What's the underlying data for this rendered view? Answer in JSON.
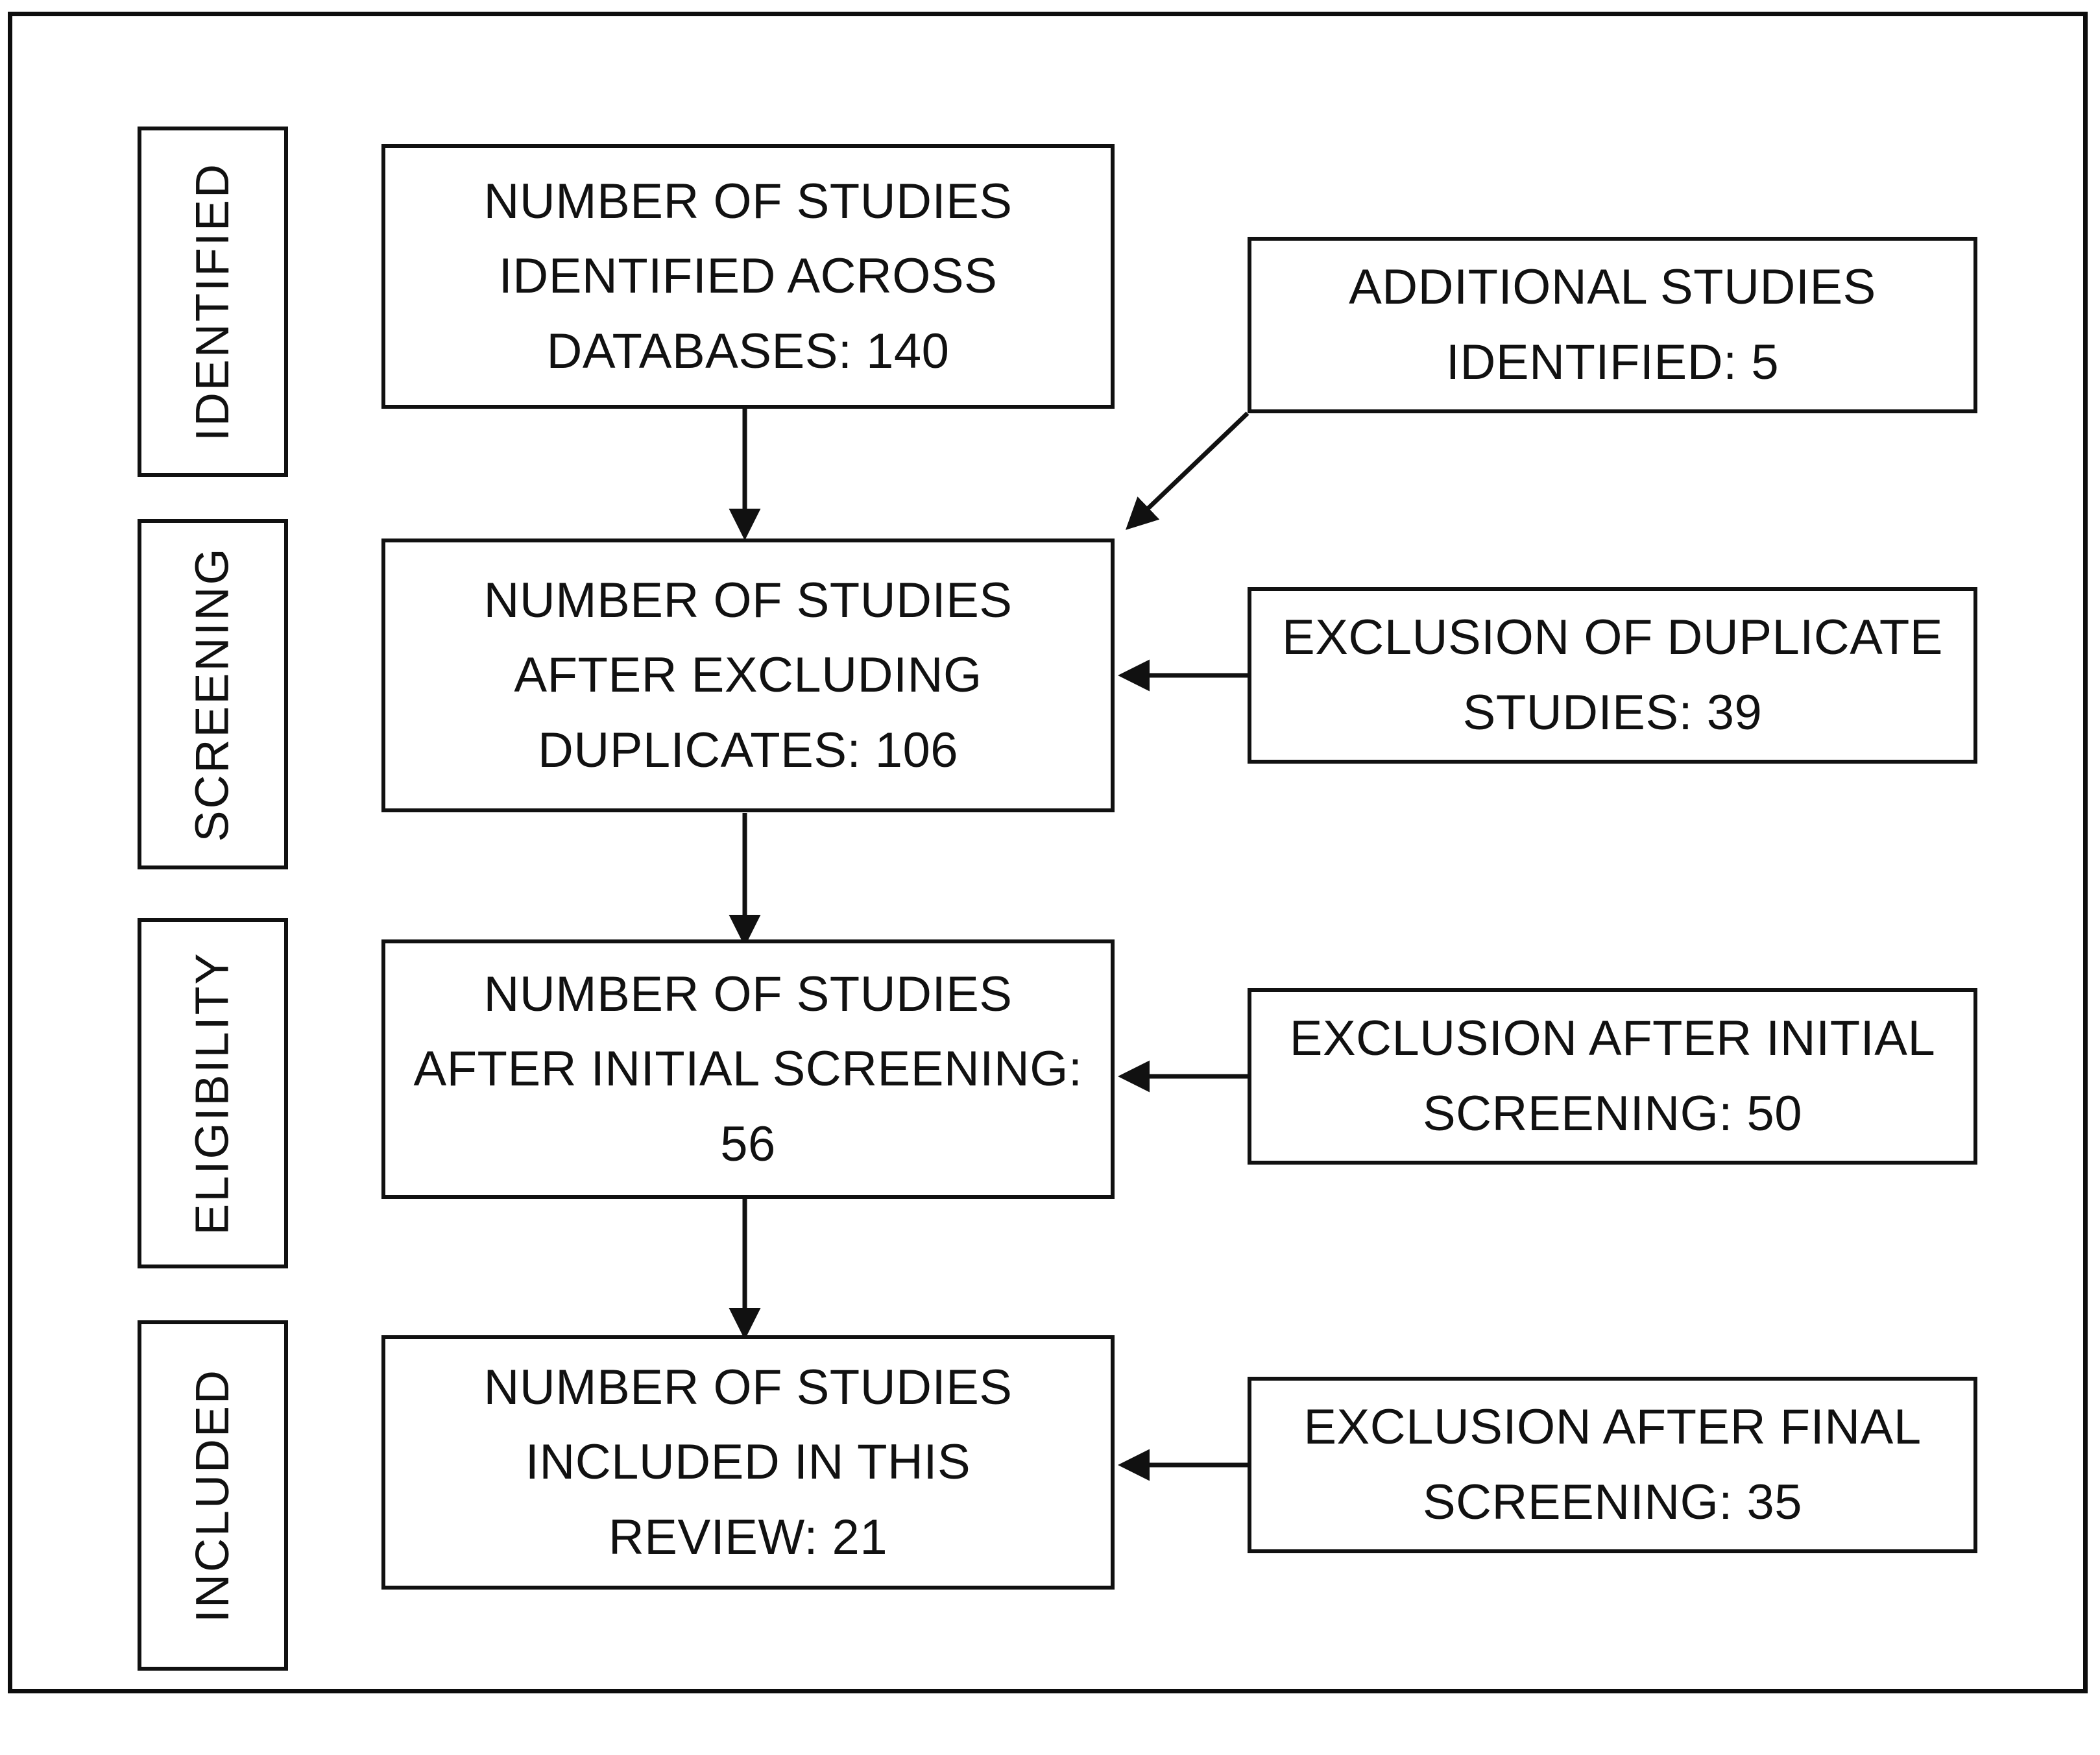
{
  "diagram": {
    "title": "PRISMA study selection flow diagram",
    "frame_color": "#0d0d0d",
    "box_border_color": "#111111",
    "background": "#ffffff",
    "arrow_color": "#111111"
  },
  "stages": [
    {
      "label": "IDENTIFIED"
    },
    {
      "label": "SCREENING"
    },
    {
      "label": "ELIGIBILITY"
    },
    {
      "label": "INCLUDED"
    }
  ],
  "main_boxes": [
    {
      "id": "identified-box",
      "lines": [
        "NUMBER OF STUDIES",
        "IDENTIFIED ACROSS",
        "DATABASES: 140"
      ],
      "count": 140
    },
    {
      "id": "after-duplicates-box",
      "lines": [
        "NUMBER OF STUDIES",
        "AFTER EXCLUDING",
        "DUPLICATES: 106"
      ],
      "count": 106
    },
    {
      "id": "after-initial-screening-box",
      "lines": [
        "NUMBER OF STUDIES",
        "AFTER INITIAL SCREENING:",
        "56"
      ],
      "count": 56
    },
    {
      "id": "included-box",
      "lines": [
        "NUMBER OF STUDIES",
        "INCLUDED IN THIS",
        "REVIEW: 21"
      ],
      "count": 21
    }
  ],
  "side_boxes": [
    {
      "id": "additional-studies-box",
      "lines": [
        "ADDITIONAL STUDIES",
        "IDENTIFIED: 5"
      ],
      "count": 5
    },
    {
      "id": "duplicate-exclusion-box",
      "lines": [
        "EXCLUSION OF DUPLICATE",
        "STUDIES: 39"
      ],
      "count": 39
    },
    {
      "id": "initial-screening-exclusion-box",
      "lines": [
        "EXCLUSION AFTER INITIAL",
        "SCREENING: 50"
      ],
      "count": 50
    },
    {
      "id": "final-screening-exclusion-box",
      "lines": [
        "EXCLUSION AFTER FINAL",
        "SCREENING: 35"
      ],
      "count": 35
    }
  ],
  "chart_data": {
    "type": "diagram",
    "title": "PRISMA study selection flow",
    "nodes": [
      {
        "stage": "IDENTIFIED",
        "label": "NUMBER OF STUDIES IDENTIFIED ACROSS DATABASES",
        "value": 140
      },
      {
        "stage": "IDENTIFIED",
        "label": "ADDITIONAL STUDIES IDENTIFIED",
        "value": 5
      },
      {
        "stage": "SCREENING",
        "label": "NUMBER OF STUDIES AFTER EXCLUDING DUPLICATES",
        "value": 106
      },
      {
        "stage": "SCREENING",
        "label": "EXCLUSION OF DUPLICATE STUDIES",
        "value": 39
      },
      {
        "stage": "ELIGIBILITY",
        "label": "NUMBER OF STUDIES AFTER INITIAL SCREENING",
        "value": 56
      },
      {
        "stage": "ELIGIBILITY",
        "label": "EXCLUSION AFTER INITIAL SCREENING",
        "value": 50
      },
      {
        "stage": "INCLUDED",
        "label": "NUMBER OF STUDIES INCLUDED IN THIS REVIEW",
        "value": 21
      },
      {
        "stage": "INCLUDED",
        "label": "EXCLUSION AFTER FINAL SCREENING",
        "value": 35
      }
    ],
    "edges": [
      {
        "from": "NUMBER OF STUDIES IDENTIFIED ACROSS DATABASES: 140",
        "to": "NUMBER OF STUDIES AFTER EXCLUDING DUPLICATES: 106"
      },
      {
        "from": "ADDITIONAL STUDIES IDENTIFIED: 5",
        "to": "NUMBER OF STUDIES AFTER EXCLUDING DUPLICATES: 106"
      },
      {
        "from": "EXCLUSION OF DUPLICATE STUDIES: 39",
        "to": "NUMBER OF STUDIES AFTER EXCLUDING DUPLICATES: 106"
      },
      {
        "from": "NUMBER OF STUDIES AFTER EXCLUDING DUPLICATES: 106",
        "to": "NUMBER OF STUDIES AFTER INITIAL SCREENING: 56"
      },
      {
        "from": "EXCLUSION AFTER INITIAL SCREENING: 50",
        "to": "NUMBER OF STUDIES AFTER INITIAL SCREENING: 56"
      },
      {
        "from": "NUMBER OF STUDIES AFTER INITIAL SCREENING: 56",
        "to": "NUMBER OF STUDIES INCLUDED IN THIS REVIEW: 21"
      },
      {
        "from": "EXCLUSION AFTER FINAL SCREENING: 35",
        "to": "NUMBER OF STUDIES INCLUDED IN THIS REVIEW: 21"
      }
    ]
  }
}
